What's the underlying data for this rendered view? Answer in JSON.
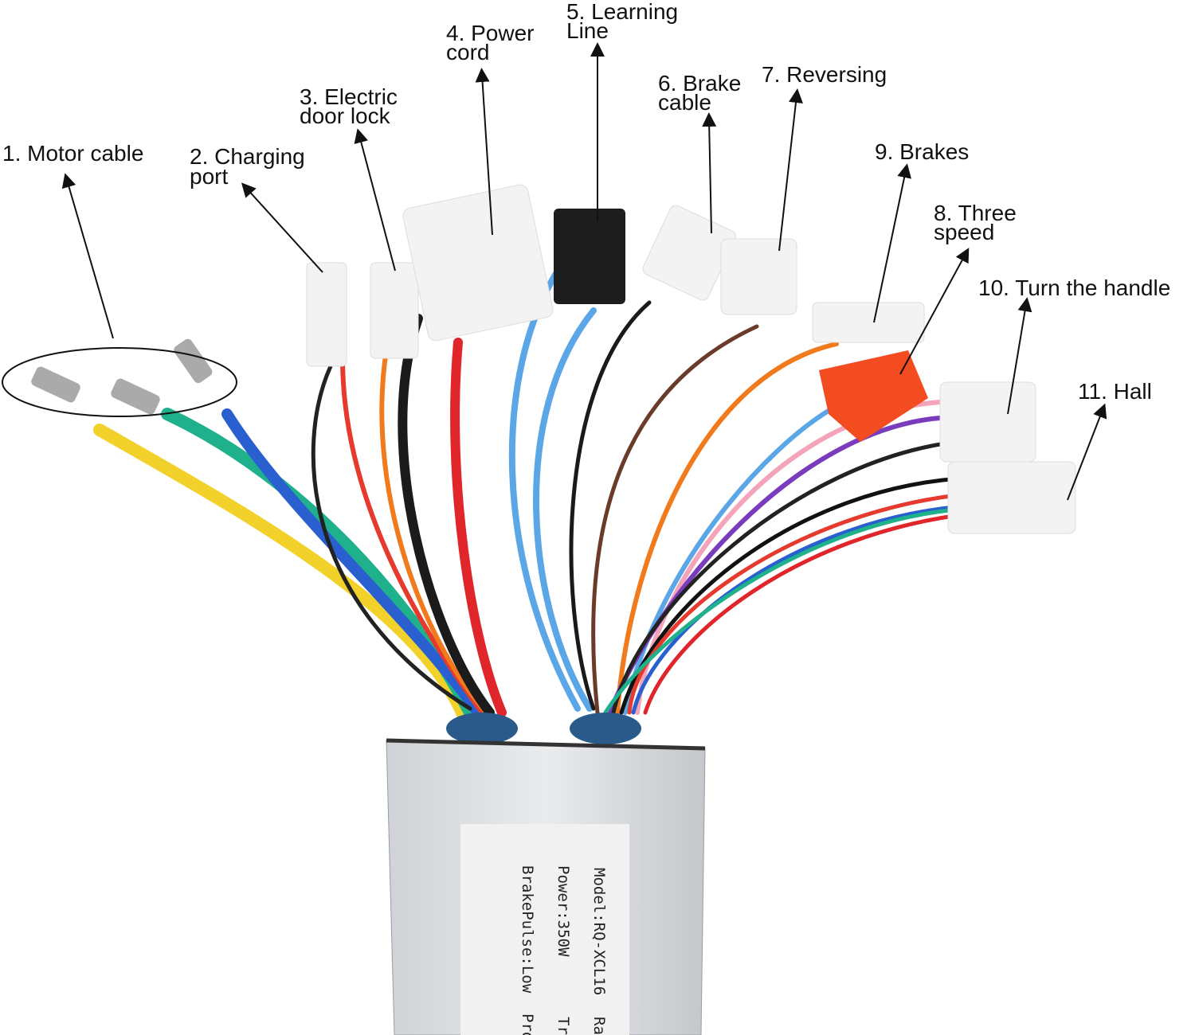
{
  "labels": {
    "motor_cable": "1. Motor cable",
    "charging_port_1": "2. Charging",
    "charging_port_2": "port",
    "door_lock_1": "3. Electric",
    "door_lock_2": "door lock",
    "power_cord_1": "4. Power",
    "power_cord_2": "cord",
    "learning_line_1": "5. Learning",
    "learning_line_2": "Line",
    "brake_cable_1": "6. Brake",
    "brake_cable_2": "cable",
    "reversing": "7. Reversing",
    "three_speed_1": "8. Three",
    "three_speed_2": "speed",
    "brakes": "9. Brakes",
    "turn_handle": "10. Turn the handle",
    "hall": "11. Hall"
  },
  "controller_plate": {
    "model": "Model:RQ-XCL16",
    "power": "Power:350W",
    "brake_pulse": "BrakePulse:Low",
    "rated_partial": "Rat",
    "trot_partial": "Tro",
    "prod_partial": "Proc"
  }
}
